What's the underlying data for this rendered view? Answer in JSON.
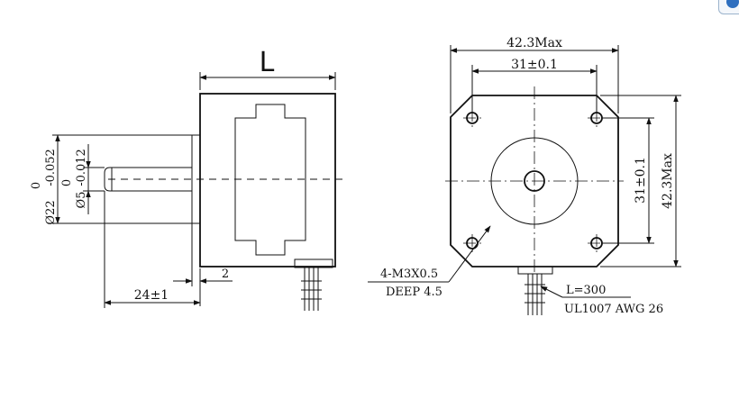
{
  "side_view": {
    "length_label": "L",
    "shaft_tol_outer": "0",
    "shaft_tol_lower": "-0.052",
    "shaft_dia": "Ø22",
    "pilot_tol_outer": "0",
    "pilot_tol_lower": "-0.012",
    "pilot_dia": "Ø5",
    "flange_dim": "2",
    "shaft_len": "24±1"
  },
  "front_view": {
    "width_max": "42.3Max",
    "hole_spacing_h": "31±0.1",
    "hole_spacing_v": "31±0.1",
    "height_max": "42.3Max",
    "hole_spec": "4-M3X0.5",
    "hole_depth": "DEEP 4.5",
    "lead_length": "L=300",
    "wire_spec": "UL1007 AWG 26"
  }
}
